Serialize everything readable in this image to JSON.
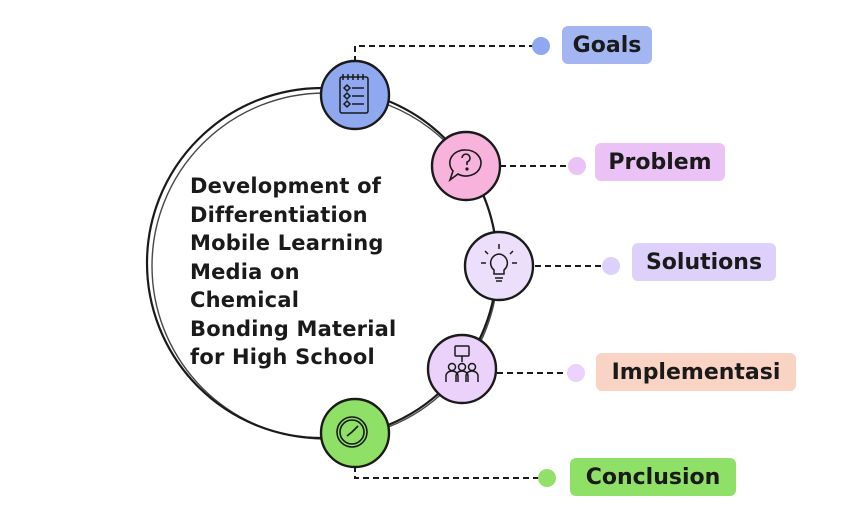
{
  "title_lines": [
    "Development of",
    "Differentiation",
    "Mobile Learning",
    "Media on",
    "Chemical",
    "Bonding Material",
    "for High School"
  ],
  "items": [
    {
      "label": "Goals",
      "icon": "checklist-icon",
      "color": "#8fa8f0"
    },
    {
      "label": "Problem",
      "icon": "question-bubble-icon",
      "color": "#f7b3dc"
    },
    {
      "label": "Solutions",
      "icon": "lightbulb-icon",
      "color": "#ddd0fa"
    },
    {
      "label": "Implementasi",
      "icon": "team-presentation-icon",
      "color": "#f9d3c3"
    },
    {
      "label": "Conclusion",
      "icon": "clock-icon",
      "color": "#92e06a"
    }
  ],
  "colors": {
    "goals_node": "#8fa8f0",
    "goals_label": "#a3b6f2",
    "problem_node": "#f7b3dc",
    "problem_label": "#ebc2f5",
    "solutions_node": "#ebdffb",
    "solutions_label": "#ddd0fa",
    "implementasi_node": "#ebd2fa",
    "implementasi_label": "#f9d3c3",
    "conclusion_node": "#8ee067",
    "conclusion_label": "#8ee067",
    "outline": "#1a1a1a"
  }
}
